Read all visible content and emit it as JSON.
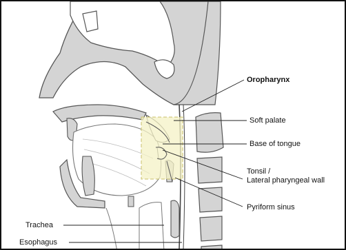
{
  "labels": {
    "oropharynx": "Oropharynx",
    "soft_palate": "Soft palate",
    "base_of_tongue": "Base of tongue",
    "tonsil_line1": "Tonsil /",
    "tonsil_line2": "Lateral pharyngeal wall",
    "pyriform_sinus": "Pyriform sinus",
    "trachea": "Trachea",
    "esophagus": "Esophagus"
  },
  "colors": {
    "outline": "#555555",
    "tissue": "#d4d4d4",
    "highlight": "#f4f1c5",
    "highlight_border": "#c8bf6a",
    "leader": "#222222"
  }
}
